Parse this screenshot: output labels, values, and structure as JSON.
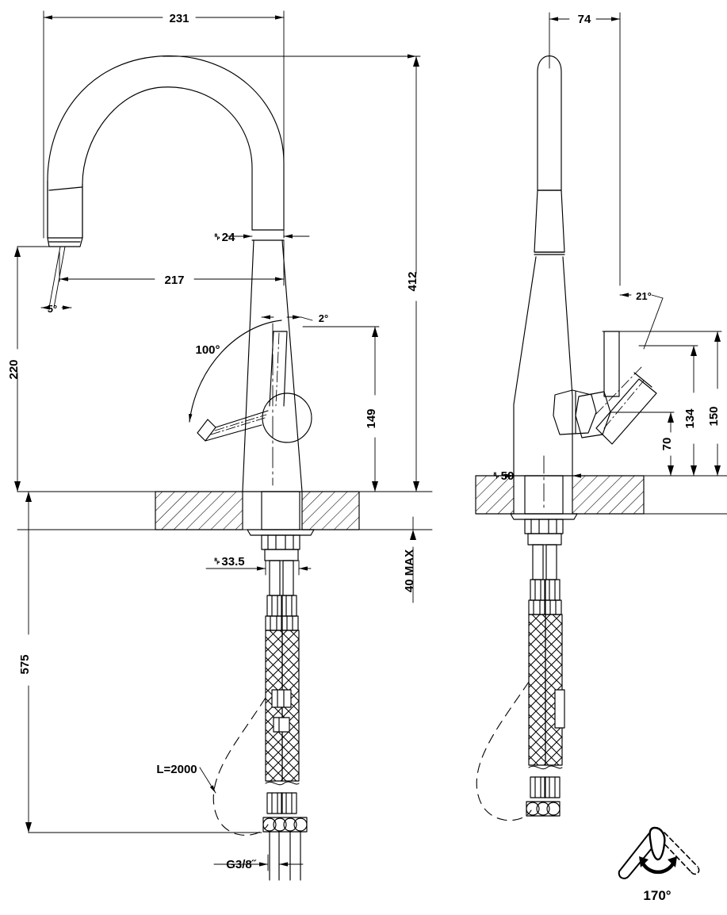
{
  "drawing": {
    "title": "Kitchen mixer tap technical drawing",
    "type": "technical-drawing",
    "units": "mm",
    "line_color": "#000000",
    "background": "#ffffff",
    "views": [
      {
        "name": "front-view",
        "position": "left"
      },
      {
        "name": "side-view",
        "position": "right"
      },
      {
        "name": "swivel-icon",
        "position": "bottom-right"
      }
    ]
  },
  "front_view": {
    "dimensions": {
      "overall_reach": "231",
      "spout_reach": "217",
      "spout_tube_diameter": "␠24",
      "overall_height_above_deck": "412",
      "spout_outlet_height": "220",
      "lever_pivot_height": "149",
      "total_with_hoses": "575",
      "shank_diameter": "␠33.5",
      "deck_thickness_max": "40  MAX",
      "hose_thread": "G3/8˝",
      "hose_length": "L=2000",
      "spout_tip_angle": "5°",
      "body_taper_angle": "2°",
      "lever_swing_angle": "100°"
    }
  },
  "side_view": {
    "dimensions": {
      "depth_top": "74",
      "base_diameter": "␠50",
      "lever_tilt_angle": "21°",
      "lever_top_height": "150",
      "lever_mid_height": "134",
      "lever_base_height": "70"
    }
  },
  "swivel_icon": {
    "label": "170°",
    "name": "spout-swivel-range"
  }
}
